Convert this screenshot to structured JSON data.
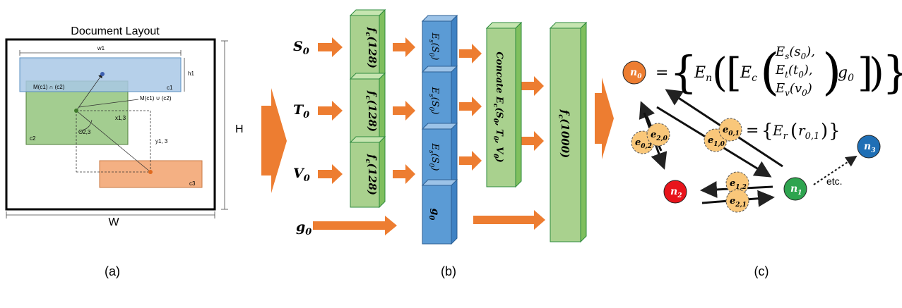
{
  "panel_a": {
    "title": "Document Layout",
    "w1": "w1",
    "h1": "h1",
    "c1": "c1",
    "c2": "c2",
    "c3": "c3",
    "intersection": "M(c1) ∩ (c2)",
    "union": "M(c1) ∪ (c2)",
    "x13": "x1,3",
    "y13": "y1, 3",
    "theta": "Θ2,3",
    "H": "H",
    "W": "W",
    "caption": "(a)",
    "colors": {
      "c1": "#a9c8e6",
      "c2": "#93c47d",
      "c3": "#f4b083"
    }
  },
  "panel_b": {
    "inputs": {
      "s": {
        "base": "S",
        "sub": "0"
      },
      "t": {
        "base": "T",
        "sub": "0"
      },
      "v": {
        "base": "V",
        "sub": "0"
      },
      "g": {
        "base": "g",
        "sub": "0"
      }
    },
    "fc128": "f",
    "fc128_sub": "c",
    "fc128_arg": "(128)",
    "es": "E",
    "es_sub": "s",
    "es_arg": "(S",
    "es_arg_sub": "0",
    "es_close": ")",
    "g0": "g",
    "g0_sub": "0",
    "concat_prefix": "Concate E",
    "concat_sub": "c",
    "concat_args": "(S",
    "concat_s_sub": "0",
    "concat_t": ", T",
    "concat_t_sub": "0",
    "concat_v": ", V",
    "concat_v_sub": "0",
    "concat_close": ")",
    "fc1000": "f",
    "fc1000_sub": "c",
    "fc1000_arg": "(1000)",
    "caption": "(b)",
    "colors": {
      "green": "#a9d18e",
      "blue": "#5b9bd5",
      "arrow": "#ed7d31"
    }
  },
  "panel_c": {
    "nodes": {
      "n0": {
        "base": "n",
        "sub": "0"
      },
      "n1": {
        "base": "n",
        "sub": "1"
      },
      "n2": {
        "base": "n",
        "sub": "2"
      },
      "n3": {
        "base": "n",
        "sub": "3"
      }
    },
    "edges": {
      "e20": {
        "base": "e",
        "sub": "2,0"
      },
      "e02": {
        "base": "e",
        "sub": "0,2"
      },
      "e01": {
        "base": "e",
        "sub": "0,1"
      },
      "e10": {
        "base": "e",
        "sub": "1,0"
      },
      "e12": {
        "base": "e",
        "sub": "1,2"
      },
      "e21": {
        "base": "e",
        "sub": "2,1"
      }
    },
    "eq_node": {
      "En": "E",
      "En_sub": "n",
      "Ec": "E",
      "Ec_sub": "c",
      "Es": "E",
      "Es_sub": "s",
      "s0": "(s",
      "s0_sub": "0",
      "s0_close": "),",
      "Et": "E",
      "Et_sub": "t",
      "t0": "(t",
      "t0_sub": "0",
      "t0_close": "),",
      "Ev": "E",
      "Ev_sub": "v",
      "v0": "(v",
      "v0_sub": "0",
      "v0_close": ")",
      "g": "g",
      "g_sub": "0"
    },
    "eq_edge": {
      "Er": "E",
      "Er_sub": "r",
      "r": "r",
      "r_sub": "0,1"
    },
    "etc": "etc.",
    "caption": "(c)",
    "colors": {
      "n0": "#ed7d31",
      "n1": "#2ea44f",
      "n2": "#e8141b",
      "n3": "#1f6fb5",
      "edge": "#f9c77a"
    }
  }
}
